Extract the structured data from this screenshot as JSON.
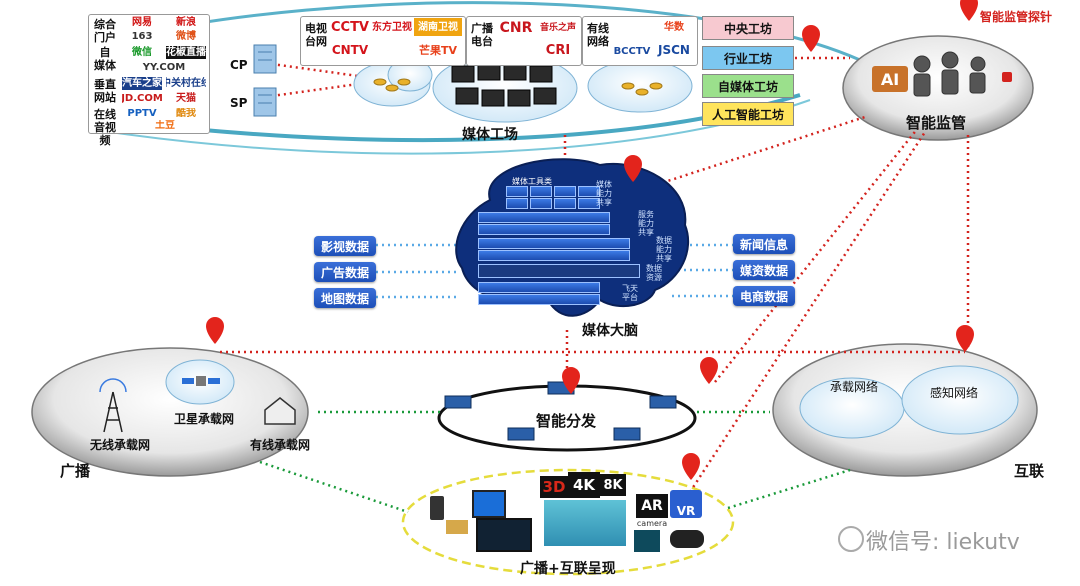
{
  "top_banner": {
    "portals": {
      "rows": [
        {
          "label": "综合\n门户",
          "logos": [
            "网易",
            "163",
            "新浪",
            "微博"
          ]
        },
        {
          "label": "自\n媒体",
          "logos": [
            "微信",
            "花椒直播",
            "YY.COM"
          ]
        },
        {
          "label": "垂直\n网站",
          "logos": [
            "汽车之家",
            "中关村在线",
            "JD.COM",
            "天猫"
          ]
        },
        {
          "label": "在线\n音视频",
          "logos": [
            "PPTV",
            "酷我",
            "土豆"
          ]
        }
      ]
    },
    "cp_label": "CP",
    "sp_label": "SP",
    "tv": {
      "label": "电视\n台网",
      "logos": [
        "CCTV",
        "东方卫视",
        "湖南卫视",
        "CNTV",
        "芒果TV"
      ]
    },
    "radio": {
      "label": "广播\n电台",
      "logos": [
        "CNR",
        "音乐之声",
        "CRI"
      ]
    },
    "cable": {
      "label": "有线\n网络",
      "logos": [
        "BCCTV",
        "华数",
        "JSCN"
      ]
    },
    "media_factory_label": "媒体工场",
    "workshops": [
      "中央工坊",
      "行业工坊",
      "自媒体工坊",
      "人工智能工坊"
    ]
  },
  "smart_supervision": {
    "probe_label": "智能监管探针",
    "title": "智能监管",
    "ai_badge": "AI"
  },
  "media_brain": {
    "title": "媒体大脑",
    "left_inputs": [
      "影视数据",
      "广告数据",
      "地图数据"
    ],
    "right_inputs": [
      "新闻信息",
      "媒资数据",
      "电商数据"
    ],
    "side_labels": [
      "媒体\n能力\n共享",
      "服务\n能力\n共享",
      "数据\n能力\n共享",
      "数据\n资源",
      "飞天\n平台"
    ],
    "top_label": "媒体工具类"
  },
  "distribution": {
    "title": "智能分发"
  },
  "broadcast": {
    "label": "广播",
    "wireless": "无线承载网",
    "satellite": "卫星承载网",
    "cable": "有线承载网"
  },
  "internet": {
    "label": "互联",
    "carrier": "承载网络",
    "sensing": "感知网络"
  },
  "presentation": {
    "title": "广播+互联呈现",
    "badges": [
      "3D",
      "4K",
      "8K",
      "AR",
      "VR"
    ],
    "camera_label": "camera"
  },
  "watermark": "微信号: liekutv",
  "colors": {
    "box_blue": "#2158c8",
    "dotted_red": "#d3231e",
    "dotted_green": "#1a9a3a",
    "dotted_blue": "#5aa9e6",
    "workshop_1": "#f7c9d0",
    "workshop_2": "#7cc7f0",
    "workshop_3": "#9be08c",
    "workshop_4": "#ffe45c",
    "pin_red": "#e3241c"
  }
}
